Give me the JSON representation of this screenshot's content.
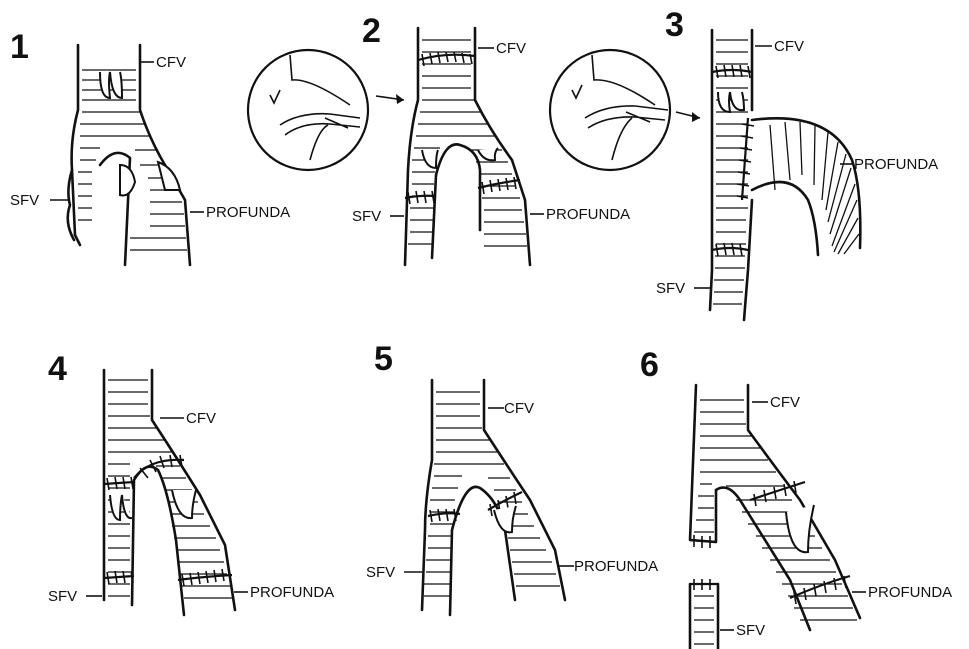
{
  "panels": [
    {
      "number": "1",
      "labels": {
        "cfv": "CFV",
        "sfv": "SFV",
        "profunda": "PROFUNDA"
      }
    },
    {
      "number": "2",
      "labels": {
        "cfv": "CFV",
        "sfv": "SFV",
        "profunda": "PROFUNDA"
      }
    },
    {
      "number": "3",
      "labels": {
        "cfv": "CFV",
        "sfv": "SFV",
        "profunda": "PROFUNDA"
      }
    },
    {
      "number": "4",
      "labels": {
        "cfv": "CFV",
        "sfv": "SFV",
        "profunda": "PROFUNDA"
      }
    },
    {
      "number": "5",
      "labels": {
        "cfv": "CFV",
        "sfv": "SFV",
        "profunda": "PROFUNDA"
      }
    },
    {
      "number": "6",
      "labels": {
        "cfv": "CFV",
        "sfv": "SFV",
        "profunda": "PROFUNDA"
      }
    }
  ],
  "colors": {
    "ink": "#111111",
    "paper": "#ffffff"
  }
}
